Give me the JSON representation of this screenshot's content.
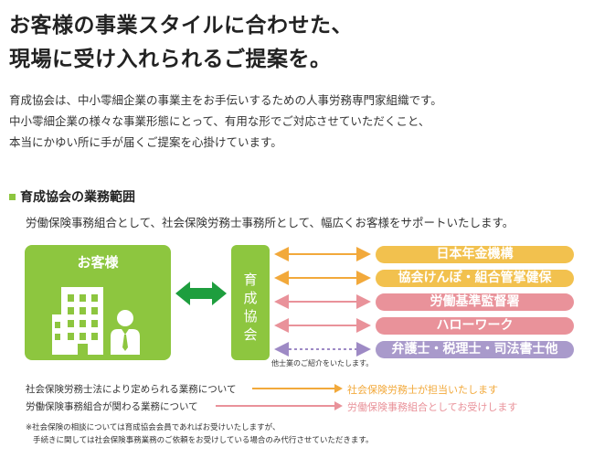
{
  "headline": [
    "お客様の事業スタイルに合わせた、",
    "現場に受け入れられるご提案を。"
  ],
  "intro": [
    "育成協会は、中小零細企業の事業主をお手伝いするための人事労務専門家組織です。",
    "中小零細企業の様々な事業形態にとって、有用な形でご対応させていただくこと、",
    "本当にかゆい所に手が届くご提案を心掛けています。"
  ],
  "section": {
    "title": "育成協会の業務範囲",
    "subtitle": "労働保険事務組合として、社会保険労務士事務所として、幅広くお客様をサポートいたします。"
  },
  "diagram": {
    "customer_label": "お客様",
    "association_label": [
      "育",
      "成",
      "協",
      "会"
    ],
    "organizations": [
      {
        "label": "日本年金機構",
        "color": "#f2c14e"
      },
      {
        "label": "協会けんぽ・組合管掌健保",
        "color": "#f2c14e"
      },
      {
        "label": "労働基準監督署",
        "color": "#e9929a"
      },
      {
        "label": "ハローワーク",
        "color": "#e9929a"
      },
      {
        "label": "弁護士・税理士・司法書士他",
        "color": "#a99acb"
      }
    ],
    "note": "他士業のご紹介をいたします。"
  },
  "legend": [
    {
      "text": "社会保険労務士法により定められる業務について",
      "result": "社会保険労務士が担当いたします",
      "color": "#f2a93b"
    },
    {
      "text": "労働保険事務組合が関わる業務について",
      "result": "労働保険事務組合としてお受けします",
      "color": "#e9929a"
    }
  ],
  "footnote": [
    "※社会保険の相談については育成協会会員であればお受けいたしますが、",
    "手続きに関しては社会保険事務業務のご依頼をお受けしている場合のみ代行させていただきます。"
  ],
  "colors": {
    "green": "#8dc63f",
    "dark_green": "#1e9e3e",
    "gold": "#f2a93b",
    "pink": "#e9929a",
    "purple": "#9e8ac5"
  }
}
